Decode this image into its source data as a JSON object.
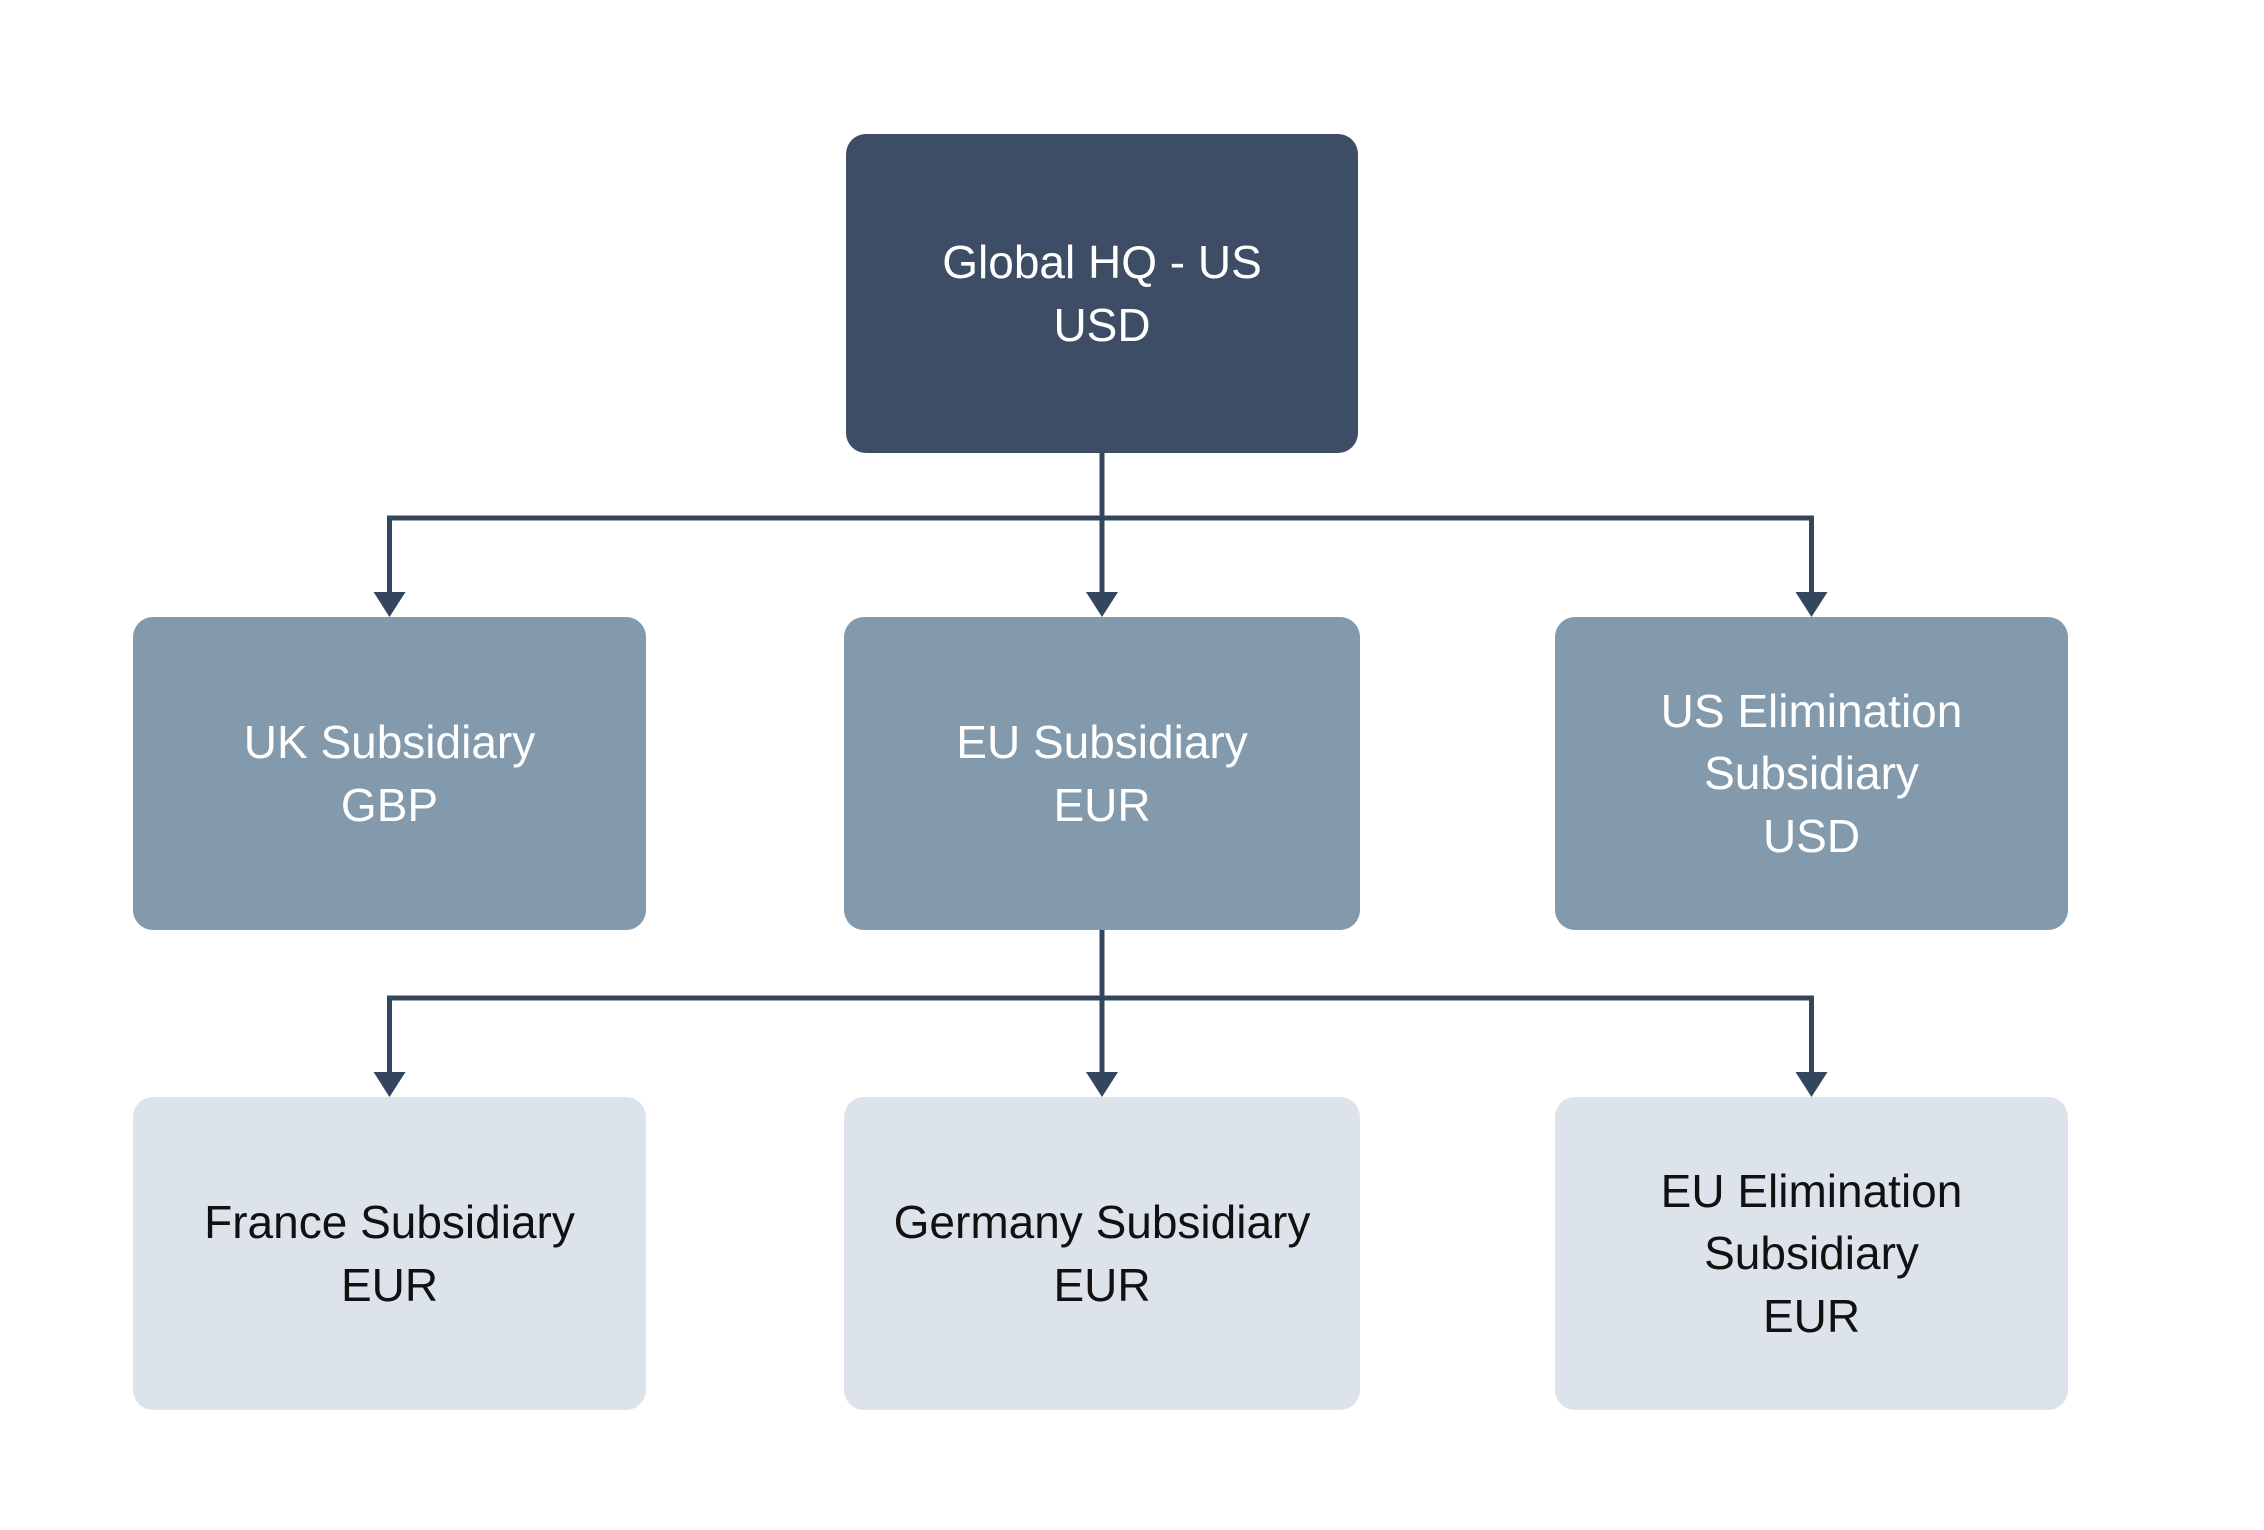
{
  "diagram": {
    "type": "org-chart",
    "background_color": "#ffffff",
    "connector_color": "#34465e",
    "palette": {
      "level1_fill": "#3d4d66",
      "level2_fill": "#8399ac",
      "level3_fill": "#dde3eb",
      "light_text": "#ffffff",
      "dark_text": "#111111"
    },
    "nodes": {
      "global_hq": {
        "name": "Global HQ - US",
        "currency": "USD",
        "level": 1,
        "fill": "#3d4d66",
        "text_color": "#ffffff"
      },
      "uk": {
        "name": "UK Subsidiary",
        "currency": "GBP",
        "level": 2,
        "fill": "#8399ac",
        "text_color": "#ffffff"
      },
      "eu": {
        "name": "EU Subsidiary",
        "currency": "EUR",
        "level": 2,
        "fill": "#8399ac",
        "text_color": "#ffffff"
      },
      "us_elim": {
        "name": "US Elimination Subsidiary",
        "currency": "USD",
        "level": 2,
        "fill": "#8399ac",
        "text_color": "#ffffff"
      },
      "france": {
        "name": "France Subsidiary",
        "currency": "EUR",
        "level": 3,
        "fill": "#dde3eb",
        "text_color": "#111111"
      },
      "germany": {
        "name": "Germany Subsidiary",
        "currency": "EUR",
        "level": 3,
        "fill": "#dde3eb",
        "text_color": "#111111"
      },
      "eu_elim": {
        "name": "EU Elimination Subsidiary",
        "currency": "EUR",
        "level": 3,
        "fill": "#dde3eb",
        "text_color": "#111111"
      }
    },
    "edges": [
      {
        "from": "global_hq",
        "to": "uk"
      },
      {
        "from": "global_hq",
        "to": "eu"
      },
      {
        "from": "global_hq",
        "to": "us_elim"
      },
      {
        "from": "eu",
        "to": "france"
      },
      {
        "from": "eu",
        "to": "germany"
      },
      {
        "from": "eu",
        "to": "eu_elim"
      }
    ]
  }
}
